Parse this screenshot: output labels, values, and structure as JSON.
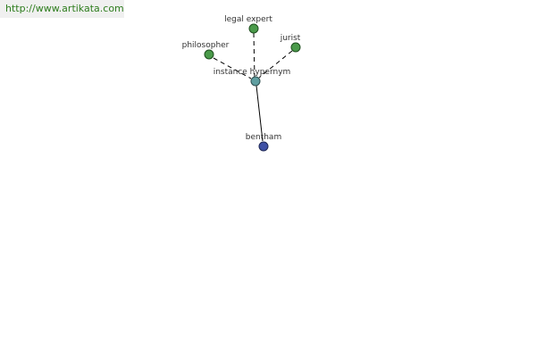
{
  "source_url": "http://www.artikata.com",
  "relation_label": "instance hypernym",
  "colors": {
    "hypernym_node": "#4a9a4a",
    "hub_node": "#5f9ea0",
    "term_node": "#3f51a5",
    "edge": "#000000",
    "banner_text": "#2e7d1e"
  },
  "nodes": {
    "legal_expert": {
      "label": "legal expert"
    },
    "philosopher": {
      "label": "philosopher"
    },
    "jurist": {
      "label": "jurist"
    },
    "hub": {
      "label": "instance hypernym"
    },
    "bentham": {
      "label": "bentham"
    }
  }
}
